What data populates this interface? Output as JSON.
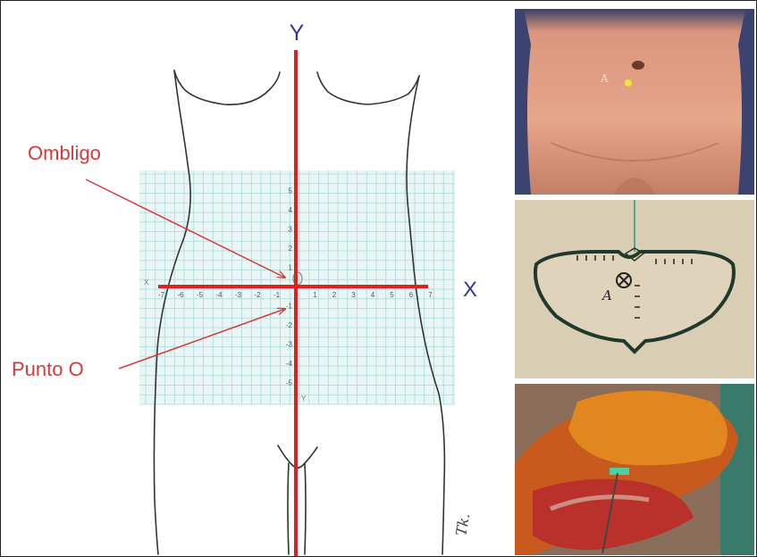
{
  "diagram": {
    "axis_y_label": "Y",
    "axis_x_label": "X",
    "label_umbilicus": "Ombligo",
    "label_point_o": "Punto O",
    "grid_small_x": "X",
    "grid_small_y": "Y",
    "x_ticks": [
      "-7",
      "-6",
      "-5",
      "-4",
      "-3",
      "-2",
      "-1",
      "1",
      "2",
      "3",
      "4",
      "5",
      "6",
      "7"
    ],
    "y_ticks_pos": [
      "5",
      "4",
      "3",
      "2",
      "1"
    ],
    "y_ticks_neg": [
      "-1",
      "-2",
      "-3",
      "-4",
      "-5"
    ],
    "signature": "Tk."
  },
  "photos": {
    "top_marker_letter": "A",
    "mid_marker_letter": "A"
  },
  "colors": {
    "axis_red": "#e02020",
    "label_red": "#d63a3a",
    "axis_letter_blue": "#3535a0",
    "grid_cyan": "#9fd4d4"
  }
}
